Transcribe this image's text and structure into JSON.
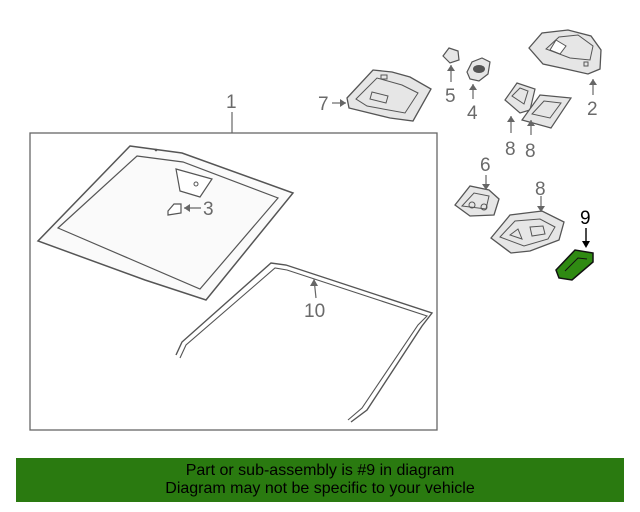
{
  "callouts": {
    "c1": "1",
    "c2": "2",
    "c3": "3",
    "c4": "4",
    "c5": "5",
    "c6": "6",
    "c7": "7",
    "c8a": "8",
    "c8b": "8",
    "c8c": "8",
    "c9": "9",
    "c10": "10"
  },
  "highlight_part": "9",
  "banner": {
    "line1": "Part or sub-assembly is #9 in diagram",
    "line2": "Diagram may not be specific to your vehicle"
  },
  "colors": {
    "banner_bg": "#2a7a10",
    "highlight_part": "#2f8a12",
    "line_art": "#555555",
    "part_fill": "#e6e6e6"
  }
}
